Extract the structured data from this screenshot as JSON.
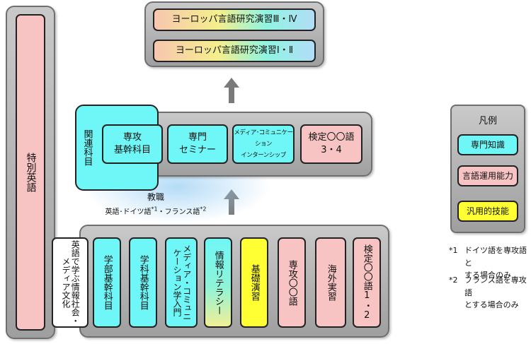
{
  "top_panel": {
    "boxes": [
      {
        "label": "ヨーロッパ言語研究演習Ⅲ・Ⅳ"
      },
      {
        "label": "ヨーロッパ言語研究演習Ⅰ・Ⅱ"
      }
    ]
  },
  "middle": {
    "related_subjects": "関連科目",
    "boxes": [
      {
        "line1": "専攻",
        "line2": "基幹科目"
      },
      {
        "line1": "専門",
        "line2": "セミナー"
      },
      {
        "line1": "メディア･コミュニケーション",
        "line2": "インターンシップ"
      },
      {
        "line1": "検定〇〇語",
        "line2": "3・4"
      }
    ],
    "teacher_title": "教職",
    "teacher_sub_1": "英語･ドイツ語",
    "teacher_sup_1": "*1",
    "teacher_sub_2": "・フランス語",
    "teacher_sup_2": "*2"
  },
  "left_column": {
    "special_english": "特別英語",
    "english_media": "英語で学ぶ情報社会・メディア文化"
  },
  "bottom": {
    "boxes": [
      {
        "label": "学部基幹科目"
      },
      {
        "label": "学科基幹科目"
      },
      {
        "label": "メディア・コミュニケーション学入門"
      },
      {
        "label": "情報リテラシー"
      },
      {
        "label": "基礎演習"
      },
      {
        "label": "専攻〇〇語"
      },
      {
        "label": "海外実習"
      },
      {
        "label": "検定〇〇語1・2"
      }
    ]
  },
  "legend": {
    "title": "凡例",
    "items": [
      {
        "label": "専門知識",
        "color": "#6ff6f6"
      },
      {
        "label": "言語運用能力",
        "color": "#f7c3c3"
      },
      {
        "label": "汎用的技能",
        "color": "#ffff33"
      }
    ]
  },
  "notes": [
    {
      "mark": "*1",
      "line1": "ドイツ語を専攻語と",
      "line2": "する場合のみ"
    },
    {
      "mark": "*2",
      "line1": "フランス語を専攻語",
      "line2": "とする場合のみ"
    }
  ]
}
